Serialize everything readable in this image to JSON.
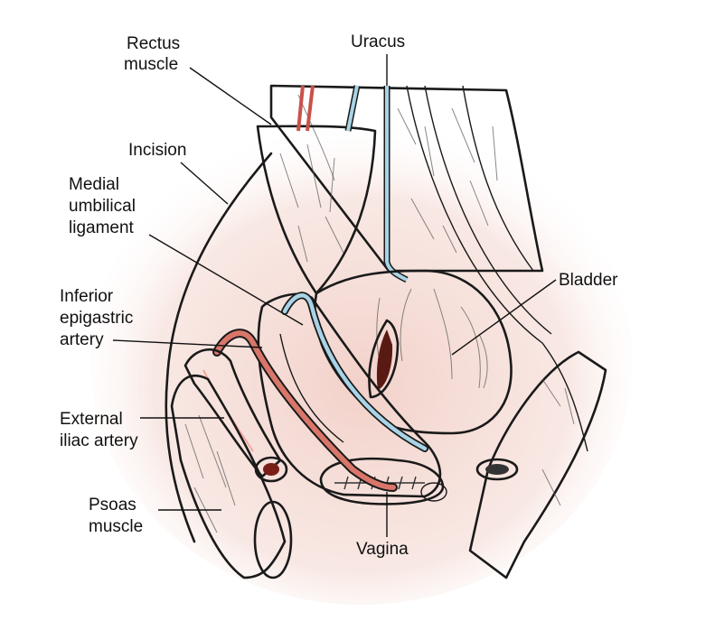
{
  "labels": {
    "rectus_muscle": [
      "Rectus",
      "muscle"
    ],
    "uracus": "Uracus",
    "incision": "Incision",
    "medial_umbilical_ligament": [
      "Medial",
      "umbilical",
      "ligament"
    ],
    "bladder": "Bladder",
    "inferior_epigastric_artery": [
      "Inferior",
      "epigastric",
      "artery"
    ],
    "external_iliac_artery": [
      "External",
      "iliac artery"
    ],
    "psoas_muscle": [
      "Psoas",
      "muscle"
    ],
    "vagina": "Vagina"
  },
  "colors": {
    "muscle": "#d9766a",
    "muscle_dark": "#b8453b",
    "artery": "#c9514a",
    "ligament_blue": "#a9d3e6",
    "bladder_fill": "#eac3b3",
    "halo": "#f2cfc7",
    "tissue_pale": "#f6e6df"
  }
}
